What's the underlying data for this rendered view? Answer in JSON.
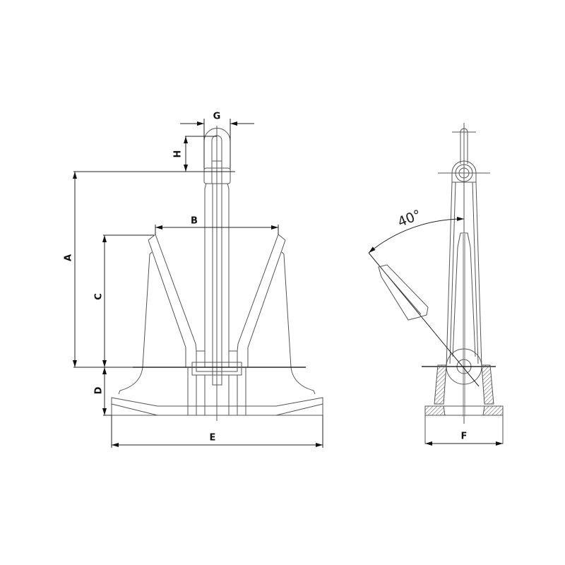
{
  "front_view": {
    "dimensions": {
      "A": "A",
      "B": "B",
      "C": "C",
      "D": "D",
      "E": "E",
      "G": "G",
      "H": "H"
    }
  },
  "side_view": {
    "dimensions": {
      "F": "F"
    },
    "angle_label": "40°"
  },
  "colors": {
    "line": "#555555",
    "dimension": "#222222"
  }
}
